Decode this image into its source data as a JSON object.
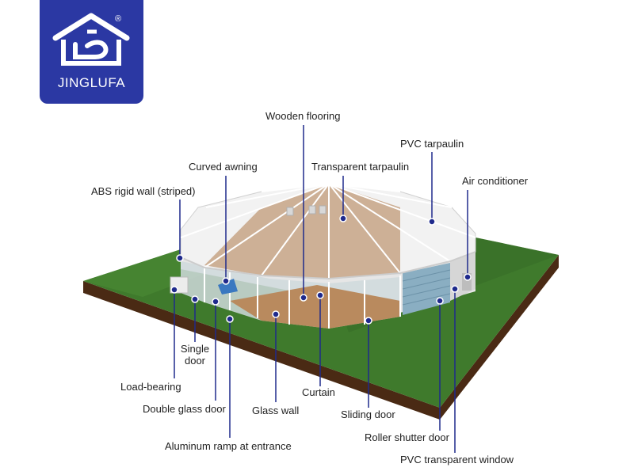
{
  "brand": {
    "name": "JINGLUFA",
    "registered_mark": "®",
    "color": "#2b38a3"
  },
  "labels": {
    "wooden_flooring": "Wooden flooring",
    "pvc_tarpaulin": "PVC tarpaulin",
    "curved_awning": "Curved awning",
    "transparent_tarpaulin": "Transparent tarpaulin",
    "air_conditioner": "Air conditioner",
    "abs_rigid_wall": "ABS rigid wall (striped)",
    "single_door_line1": "Single",
    "single_door_line2": "door",
    "load_bearing": "Load-bearing",
    "curtain": "Curtain",
    "double_glass_door": "Double glass door",
    "glass_wall": "Glass wall",
    "sliding_door": "Sliding door",
    "roller_shutter_door": "Roller shutter door",
    "aluminum_ramp": "Aluminum ramp at entrance",
    "pvc_transparent_window": "PVC transparent window"
  },
  "colors": {
    "marker": "#1f2a8c",
    "leader_line": "#1f2a8c",
    "grass": "#3f7a2c",
    "soil": "#4a2a14",
    "roof_white": "#f2f2f2",
    "roof_transparent": "#c9a98c",
    "floor_wood": "#b98a5e"
  }
}
